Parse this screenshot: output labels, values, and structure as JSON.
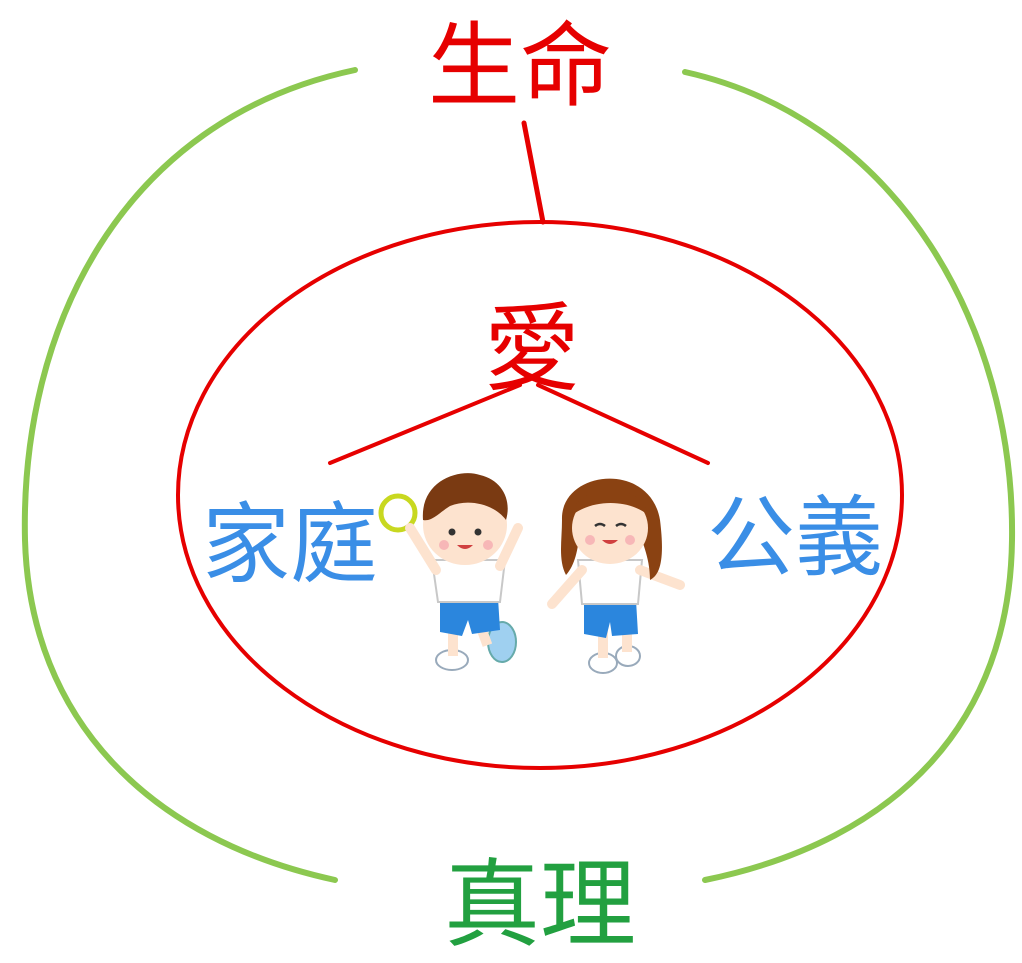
{
  "labels": {
    "life": "生命",
    "love": "愛",
    "family": "家庭",
    "justice": "公義",
    "truth": "真理"
  },
  "colors": {
    "outer_arc": "#8cc850",
    "inner_ring": "#e60000",
    "life_text": "#e60000",
    "love_text": "#e60000",
    "family_text": "#3a8ee6",
    "justice_text": "#3a8ee6",
    "truth_text": "#22a040",
    "shirt": "#ffffff",
    "shorts": "#2b86dd",
    "boy_hair": "#7a3a12",
    "girl_hair": "#8a4212",
    "skin": "#fde3cf"
  },
  "icons": {
    "children": "two-children-illustration",
    "hoop": "toy-ring-icon"
  }
}
